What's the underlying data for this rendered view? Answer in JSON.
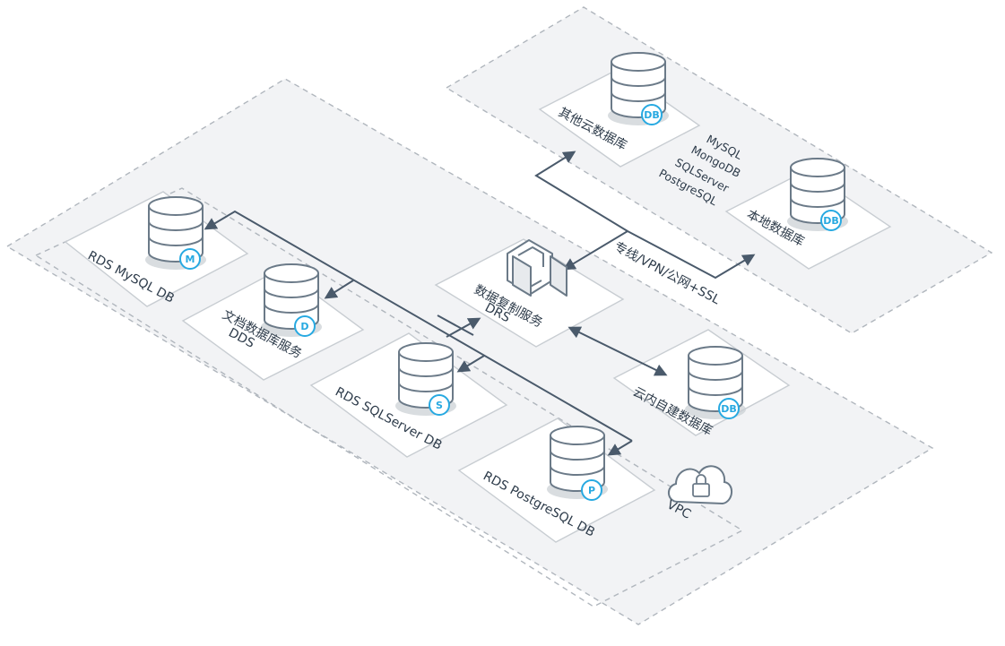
{
  "colors": {
    "zone_fill": "#f2f3f5",
    "zone_border": "#b0b6bd",
    "card_fill": "#ffffff",
    "card_border": "#c8cdd2",
    "line": "#4a5a6b",
    "db_outline": "#6b7a88",
    "badge_text": "#27a9e1"
  },
  "icons": {
    "database": "database-icon",
    "drs": "drs-service-icon",
    "vpc": "vpc-cloud-lock-icon"
  },
  "nodes": {
    "rds_mysql": {
      "label": "RDS MySQL DB",
      "badge": "M"
    },
    "dds": {
      "label_line1": "文档数据库服务",
      "label_line2": "DDS",
      "badge": "D"
    },
    "rds_sqlserver": {
      "label": "RDS SQLServer DB",
      "badge": "S"
    },
    "rds_postgresql": {
      "label": "RDS PostgreSQL DB",
      "badge": "P"
    },
    "drs": {
      "label_line1": "数据复制服务",
      "label_line2": "DRS"
    },
    "selfbuilt_db": {
      "label": "云内自建数据库",
      "badge": "DB"
    },
    "other_cloud_db": {
      "label": "其他云数据库",
      "badge": "DB"
    },
    "local_db": {
      "label": "本地数据库",
      "badge": "DB"
    }
  },
  "db_types": [
    "MySQL",
    "MongoDB",
    "SQLServer",
    "PostgreSQL"
  ],
  "connection_label": "专线/VPN/公网+SSL",
  "vpc_label": "VPC"
}
